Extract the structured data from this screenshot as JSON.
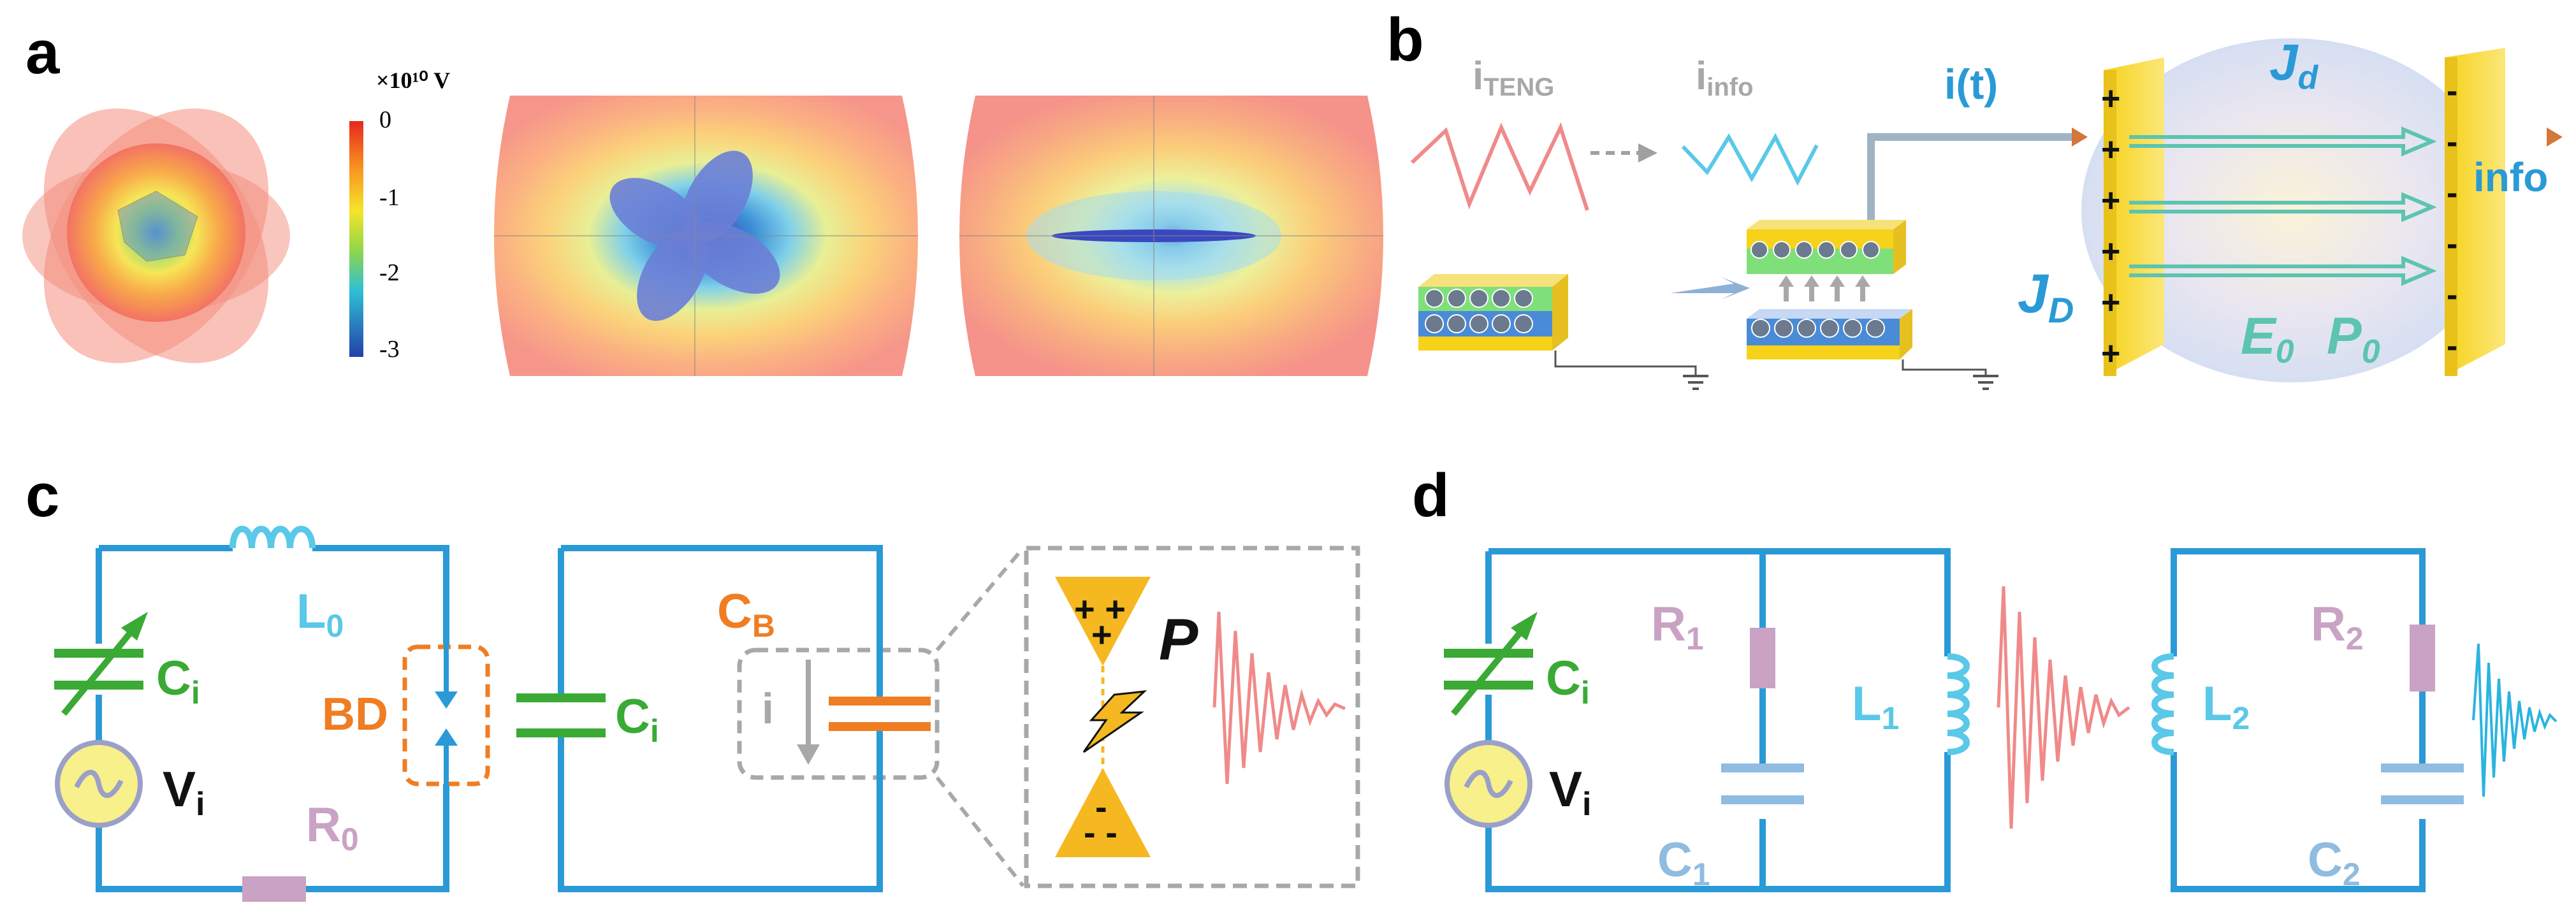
{
  "panels": {
    "a": {
      "label": "a",
      "colorbar": {
        "unit": "×10¹⁰ V",
        "ticks": [
          "0",
          "-1",
          "-2",
          "-3"
        ]
      }
    },
    "b": {
      "label": "b",
      "i_teng": {
        "base": "i",
        "sub": "TENG"
      },
      "i_info": {
        "base": "i",
        "sub": "info"
      },
      "i_t": "i(t)",
      "jd_small": {
        "base": "J",
        "sub": "d"
      },
      "jd_big": {
        "base": "J",
        "sub": "D"
      },
      "e0": {
        "base": "E",
        "sub": "0"
      },
      "p0": {
        "base": "P",
        "sub": "0"
      },
      "info": "info",
      "plus": "+",
      "minus": "-"
    },
    "c": {
      "label": "c",
      "l0": {
        "base": "L",
        "sub": "0"
      },
      "ci": {
        "base": "C",
        "sub": "i"
      },
      "vi": {
        "base": "V",
        "sub": "i"
      },
      "bd": "BD",
      "r0": {
        "base": "R",
        "sub": "0"
      },
      "ci2": {
        "base": "C",
        "sub": "i"
      },
      "cb": {
        "base": "C",
        "sub": "B"
      },
      "i": "i",
      "p": "P",
      "plus_plus": "+ +",
      "plus": "+",
      "minus_minus": "- -",
      "minus": "-"
    },
    "d": {
      "label": "d",
      "ci": {
        "base": "C",
        "sub": "i"
      },
      "vi": {
        "base": "V",
        "sub": "i"
      },
      "r1": {
        "base": "R",
        "sub": "1"
      },
      "l1": {
        "base": "L",
        "sub": "1"
      },
      "c1": {
        "base": "C",
        "sub": "1"
      },
      "l2": {
        "base": "L",
        "sub": "2"
      },
      "r2": {
        "base": "R",
        "sub": "2"
      },
      "c2": {
        "base": "C",
        "sub": "2"
      }
    }
  },
  "colors": {
    "blue_wire": "#2a9ad6",
    "green": "#3aaa35",
    "orange": "#f07d22",
    "light_blue": "#5ac8e8",
    "pink": "#f08a8a",
    "mauve": "#c9a2c4",
    "teal": "#5cc4b0",
    "gray": "#a8a8a8",
    "yellow": "#f5c518"
  }
}
